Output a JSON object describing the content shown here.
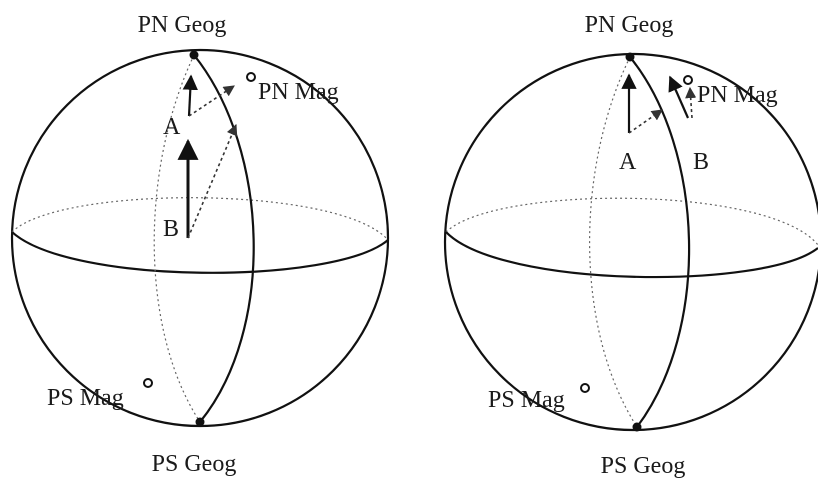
{
  "left_globe": {
    "labels": {
      "pn_geog": "PN Geog",
      "ps_geog": "PS Geog",
      "pn_mag": "PN Mag",
      "ps_mag": "PS Mag",
      "point_a": "A",
      "point_b": "B"
    }
  },
  "right_globe": {
    "labels": {
      "pn_geog": "PN Geog",
      "ps_geog": "PS Geog",
      "pn_mag": "PN Mag",
      "ps_mag": "PS Mag",
      "point_a": "A",
      "point_b": "B"
    }
  }
}
